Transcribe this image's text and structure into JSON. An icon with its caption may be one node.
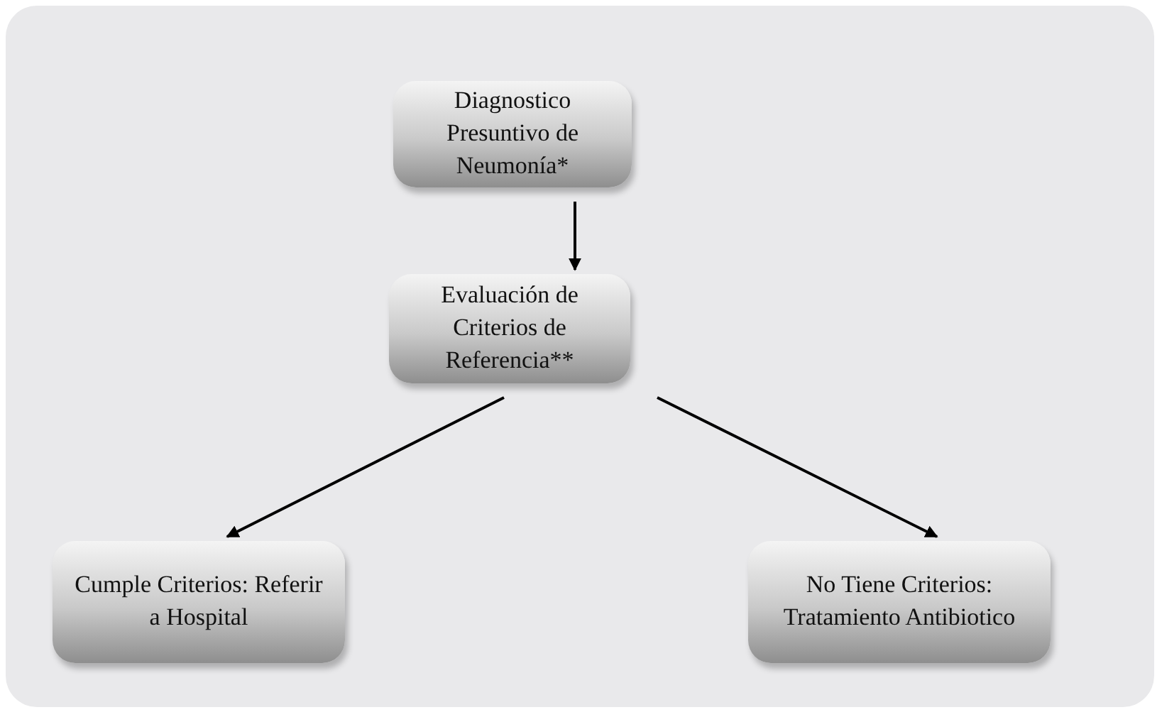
{
  "diagram": {
    "nodes": [
      {
        "text": [
          "Diagnostico Presuntivo de Neumonía*"
        ]
      },
      {
        "text": [
          "Evaluación de Criterios de Referencia**"
        ]
      },
      {
        "text": [
          "Cumple Criterios: Referir a Hospital"
        ]
      },
      {
        "text": [
          "No Tiene Criterios: Tratamiento Antibiotico"
        ]
      }
    ],
    "edges": [
      {
        "from": 0,
        "to": 1,
        "arrow": "to"
      },
      {
        "from": 1,
        "to": 2,
        "arrow": "to"
      },
      {
        "from": 1,
        "to": 3,
        "arrow": "to"
      }
    ]
  }
}
